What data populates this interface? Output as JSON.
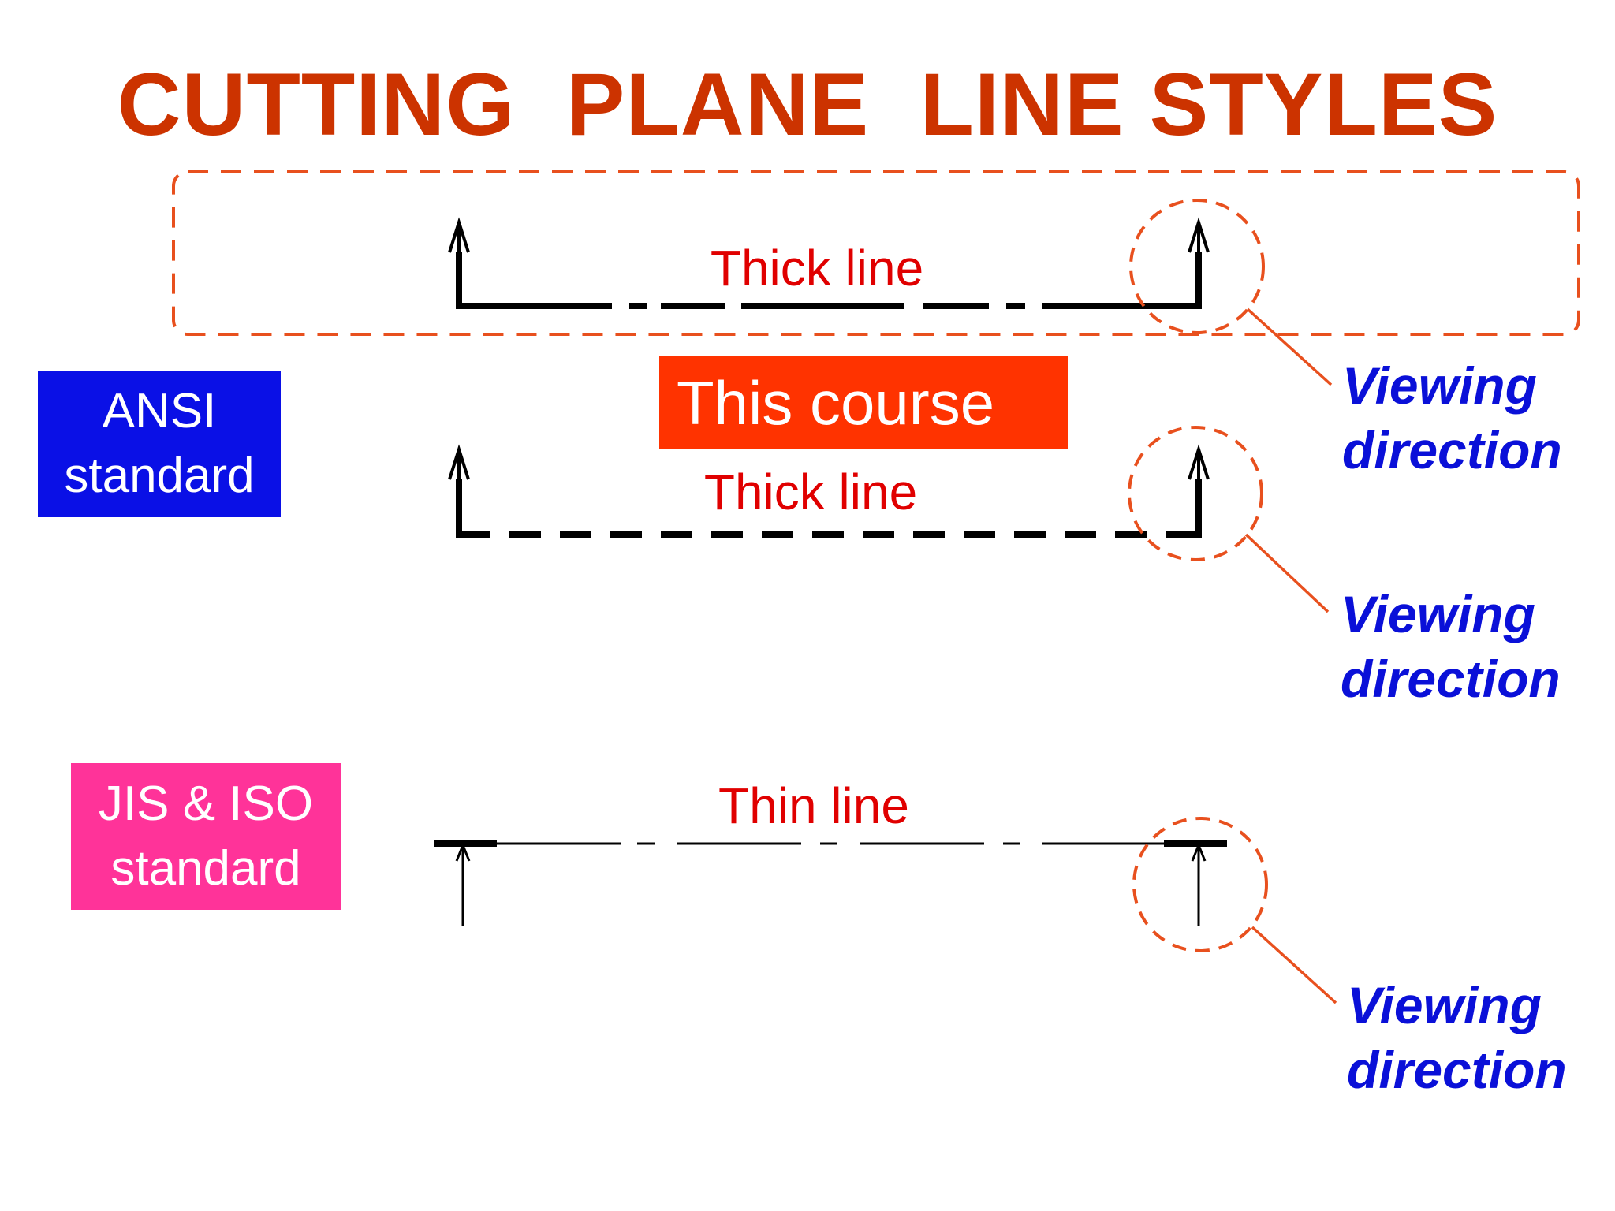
{
  "title": "CUTTING  PLANE  LINE STYLES",
  "colors": {
    "title": "#cc3300",
    "accent_dash": "#e8501e",
    "label_red": "#e00000",
    "viewing_blue": "#0a10d8",
    "ansi_box": "#0a10e6",
    "jis_box": "#ff3399",
    "course_box": "#ff3300",
    "line_black": "#000000"
  },
  "standards": {
    "ansi": {
      "line1": "ANSI",
      "line2": "standard"
    },
    "jis_iso": {
      "line1": "JIS & ISO",
      "line2": "standard"
    }
  },
  "course_badge": "This course",
  "styles": [
    {
      "label": "Thick line",
      "viewing_line1": "Viewing",
      "viewing_line2": "direction"
    },
    {
      "label": "Thick line",
      "viewing_line1": "Viewing",
      "viewing_line2": "direction"
    },
    {
      "label": "Thin line",
      "viewing_line1": "Viewing",
      "viewing_line2": "direction"
    }
  ]
}
